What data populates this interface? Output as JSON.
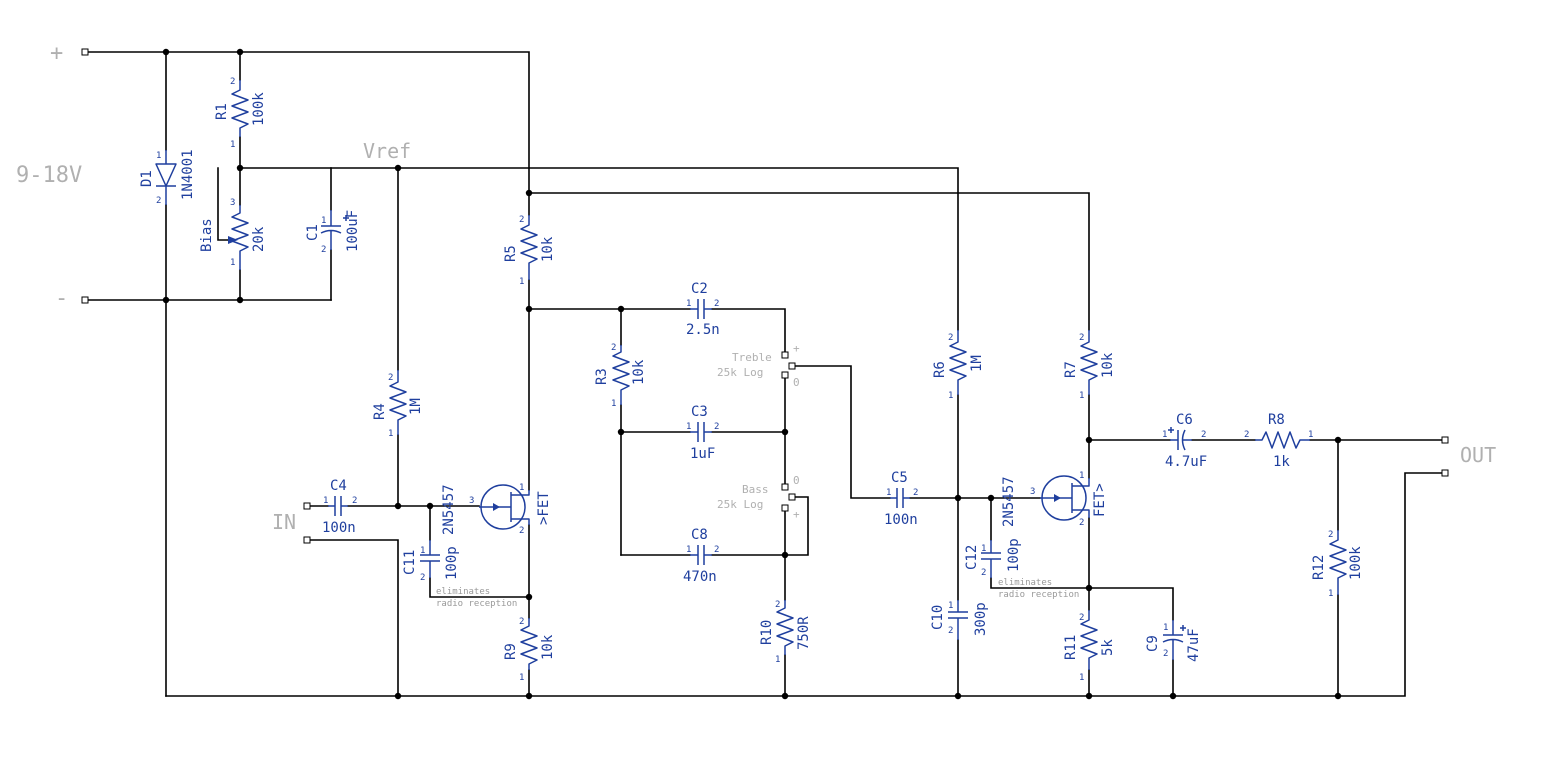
{
  "nets": {
    "plus": "+",
    "minus": "-",
    "supply": "9-18V",
    "vref": "Vref",
    "input": "IN",
    "output": "OUT"
  },
  "components": {
    "D1": {
      "ref": "D1",
      "value": "1N4001"
    },
    "R1": {
      "ref": "R1",
      "value": "100k"
    },
    "Bias": {
      "ref": "Bias",
      "value": "20k"
    },
    "C1": {
      "ref": "C1",
      "value": "100uF"
    },
    "R5": {
      "ref": "R5",
      "value": "10k"
    },
    "R4": {
      "ref": "R4",
      "value": "1M"
    },
    "C4": {
      "ref": "C4",
      "value": "100n"
    },
    "C11": {
      "ref": "C11",
      "value": "100p"
    },
    "Q1": {
      "ref": "2N5457",
      "value": ">FET"
    },
    "R9": {
      "ref": "R9",
      "value": "10k"
    },
    "C2": {
      "ref": "C2",
      "value": "2.5n"
    },
    "R3": {
      "ref": "R3",
      "value": "10k"
    },
    "C3": {
      "ref": "C3",
      "value": "1uF"
    },
    "C8": {
      "ref": "C8",
      "value": "470n"
    },
    "R10": {
      "ref": "R10",
      "value": "750R"
    },
    "Treble": {
      "name": "Treble",
      "value": "25k Log"
    },
    "Bass": {
      "name": "Bass",
      "value": "25k Log"
    },
    "C5": {
      "ref": "C5",
      "value": "100n"
    },
    "R6": {
      "ref": "R6",
      "value": "1M"
    },
    "C10": {
      "ref": "C10",
      "value": "300p"
    },
    "C12": {
      "ref": "C12",
      "value": "100p"
    },
    "Q2": {
      "ref": "2N5457",
      "value": "FET>"
    },
    "R7": {
      "ref": "R7",
      "value": "10k"
    },
    "R11": {
      "ref": "R11",
      "value": "5k"
    },
    "C9": {
      "ref": "C9",
      "value": "47uF"
    },
    "C6": {
      "ref": "C6",
      "value": "4.7uF"
    },
    "R8": {
      "ref": "R8",
      "value": "1k"
    },
    "R12": {
      "ref": "R12",
      "value": "100k"
    }
  },
  "notes": {
    "radio1": "eliminates",
    "radio2": "radio reception"
  },
  "pot_marks": {
    "plus": "+",
    "zero": "0"
  },
  "pins": {
    "p1": "1",
    "p2": "2",
    "p3": "3"
  }
}
